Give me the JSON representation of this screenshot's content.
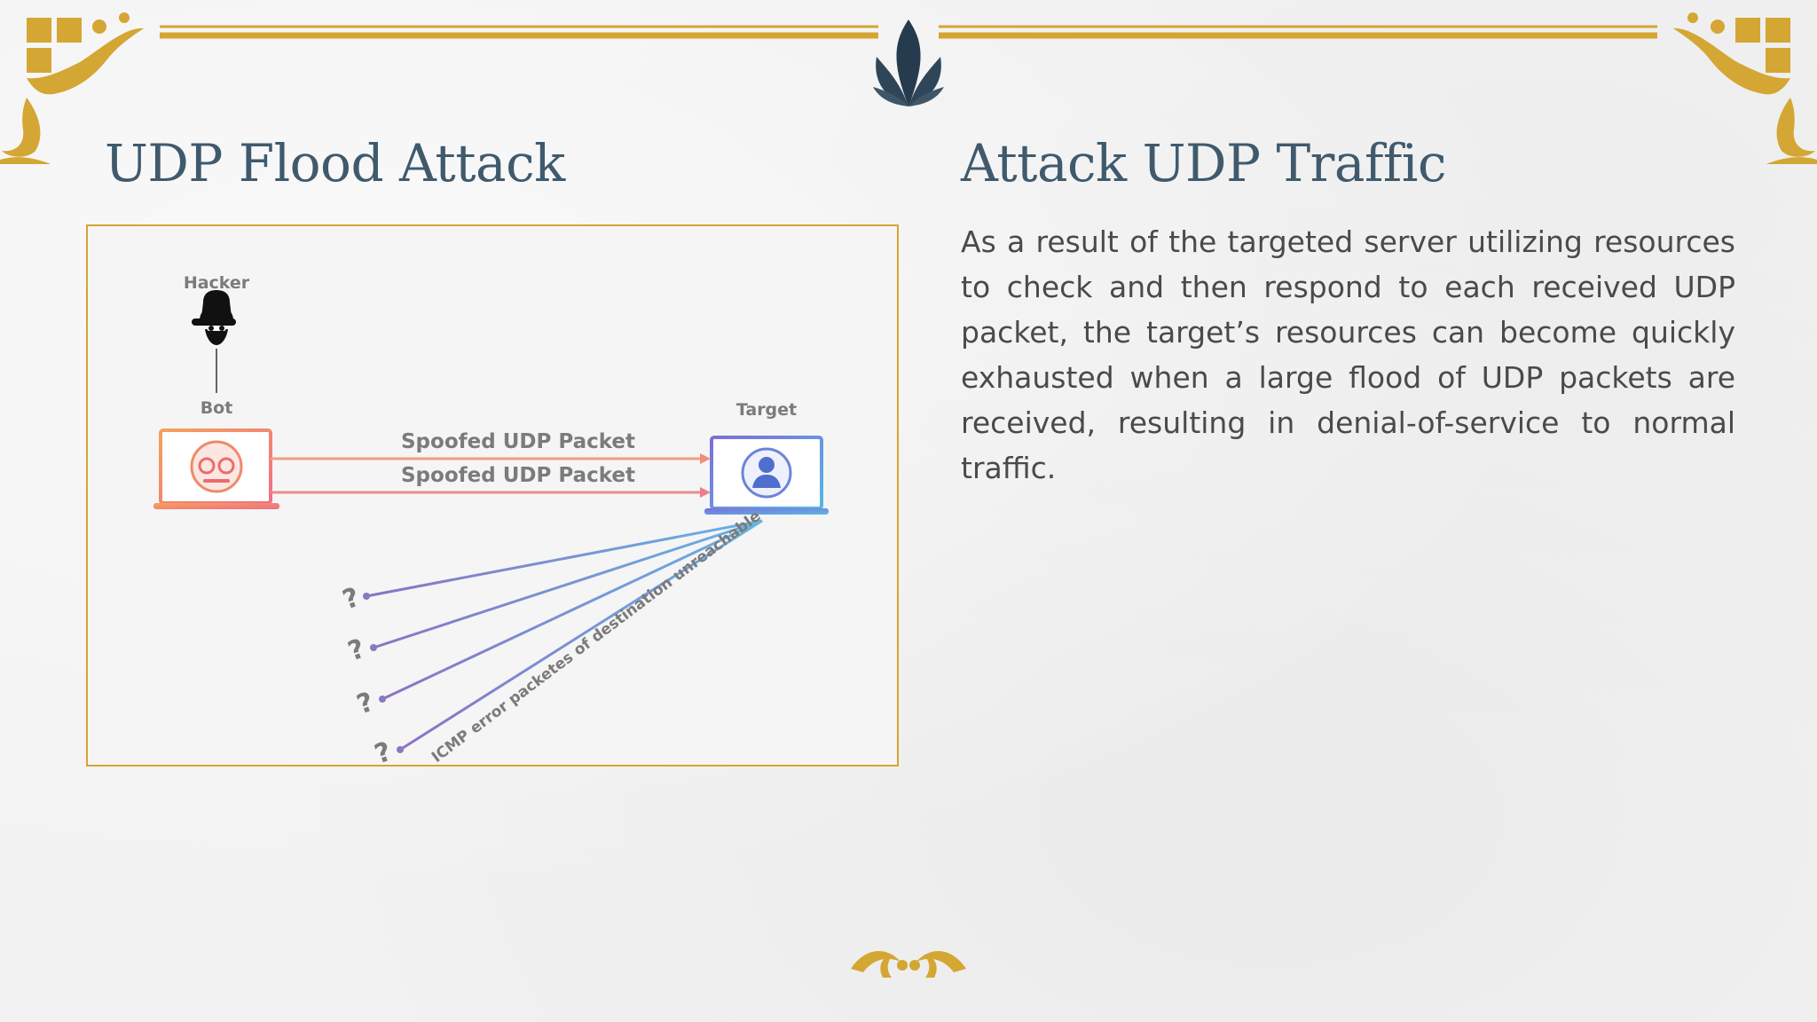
{
  "slide": {
    "left_title": "UDP Flood Attack",
    "right_title": "Attack UDP Traffic",
    "body": "As a result of the targeted server utilizing resources to check and then respond to each received UDP packet, the target’s resources can become quickly exhausted when a large flood of UDP packets are received, resulting in denial-of-service to normal traffic."
  },
  "diagram": {
    "hacker_label": "Hacker",
    "bot_label": "Bot",
    "target_label": "Target",
    "packet_labels": [
      "Spoofed UDP Packet",
      "Spoofed UDP Packet"
    ],
    "icmp_label": "ICMP error packetes of destination unreachable",
    "unknown_marks": [
      "?",
      "?",
      "?",
      "?"
    ]
  },
  "colors": {
    "gold": "#d6a531",
    "title_blue": "#3f5a6d",
    "body_gray": "#4a4a4a",
    "bot_orange": "#f28a5a",
    "target_blue": "#5f7fd1",
    "icon_dark": "#1f3344"
  }
}
